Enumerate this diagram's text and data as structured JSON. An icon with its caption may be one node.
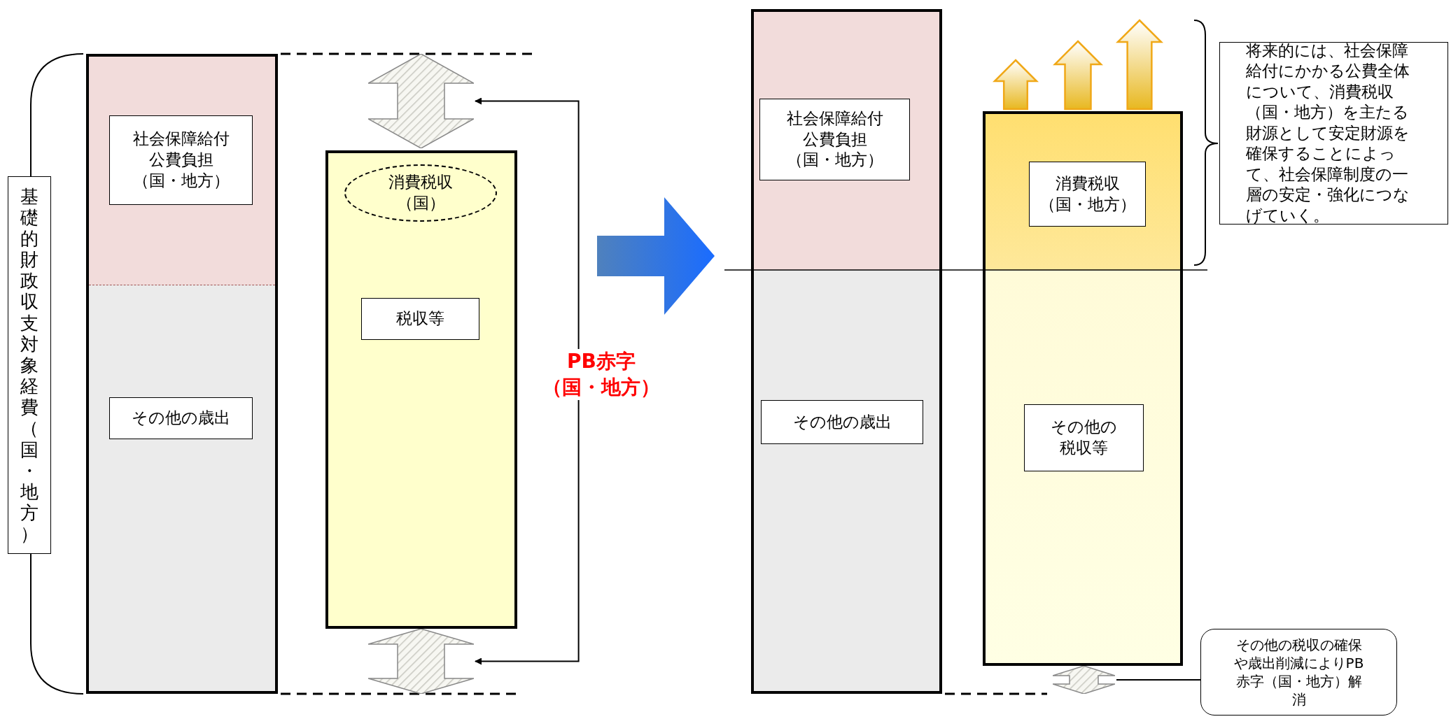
{
  "diagram": {
    "nodes": [
      {
        "text": [
          "基礎的財政収支対象経費（国・地方）"
        ]
      },
      {
        "text": [],
        "shape": "bar"
      },
      {
        "text": [
          "社会保障給付公費負担（国・地方）"
        ],
        "in": 1
      },
      {
        "text": [
          "その他の歳出"
        ],
        "in": 1
      },
      {
        "text": [],
        "shape": "arrow"
      },
      {
        "text": [],
        "shape": "bar"
      },
      {
        "text": [
          "消費税収（国）"
        ],
        "in": 5
      },
      {
        "text": [
          "税収等"
        ],
        "in": 5
      },
      {
        "text": [],
        "shape": "arrow"
      },
      {
        "text": [
          "PB赤字（国・地方）"
        ]
      },
      {
        "text": [],
        "shape": "bar"
      },
      {
        "text": [
          "社会保障給付公費負担（国・地方）"
        ],
        "in": 10
      },
      {
        "text": [
          "その他の歳出"
        ],
        "in": 10
      },
      {
        "text": [],
        "shape": "bar"
      },
      {
        "text": [
          "消費税収（国・地方）"
        ],
        "in": 13
      },
      {
        "text": [
          "その他の税収等"
        ],
        "in": 13
      },
      {
        "text": [
          "将来的には、社会保障給付にかかる公費全体について、消費税収（国・地方）を主たる財源として安定財源を確保することによって、社会保障制度の一層の安定・強化につなげていく。"
        ]
      },
      {
        "text": [],
        "shape": "arrow"
      },
      {
        "text": [
          "その他の税収の確保や歳出削減によりPB赤字（国・地方）解消"
        ]
      }
    ],
    "edges": [
      {
        "from": 9,
        "to": 4,
        "arrow": "to"
      },
      {
        "from": 9,
        "to": 8,
        "arrow": "to"
      },
      {
        "from": 18,
        "to": 17,
        "arrow": "none"
      }
    ]
  }
}
